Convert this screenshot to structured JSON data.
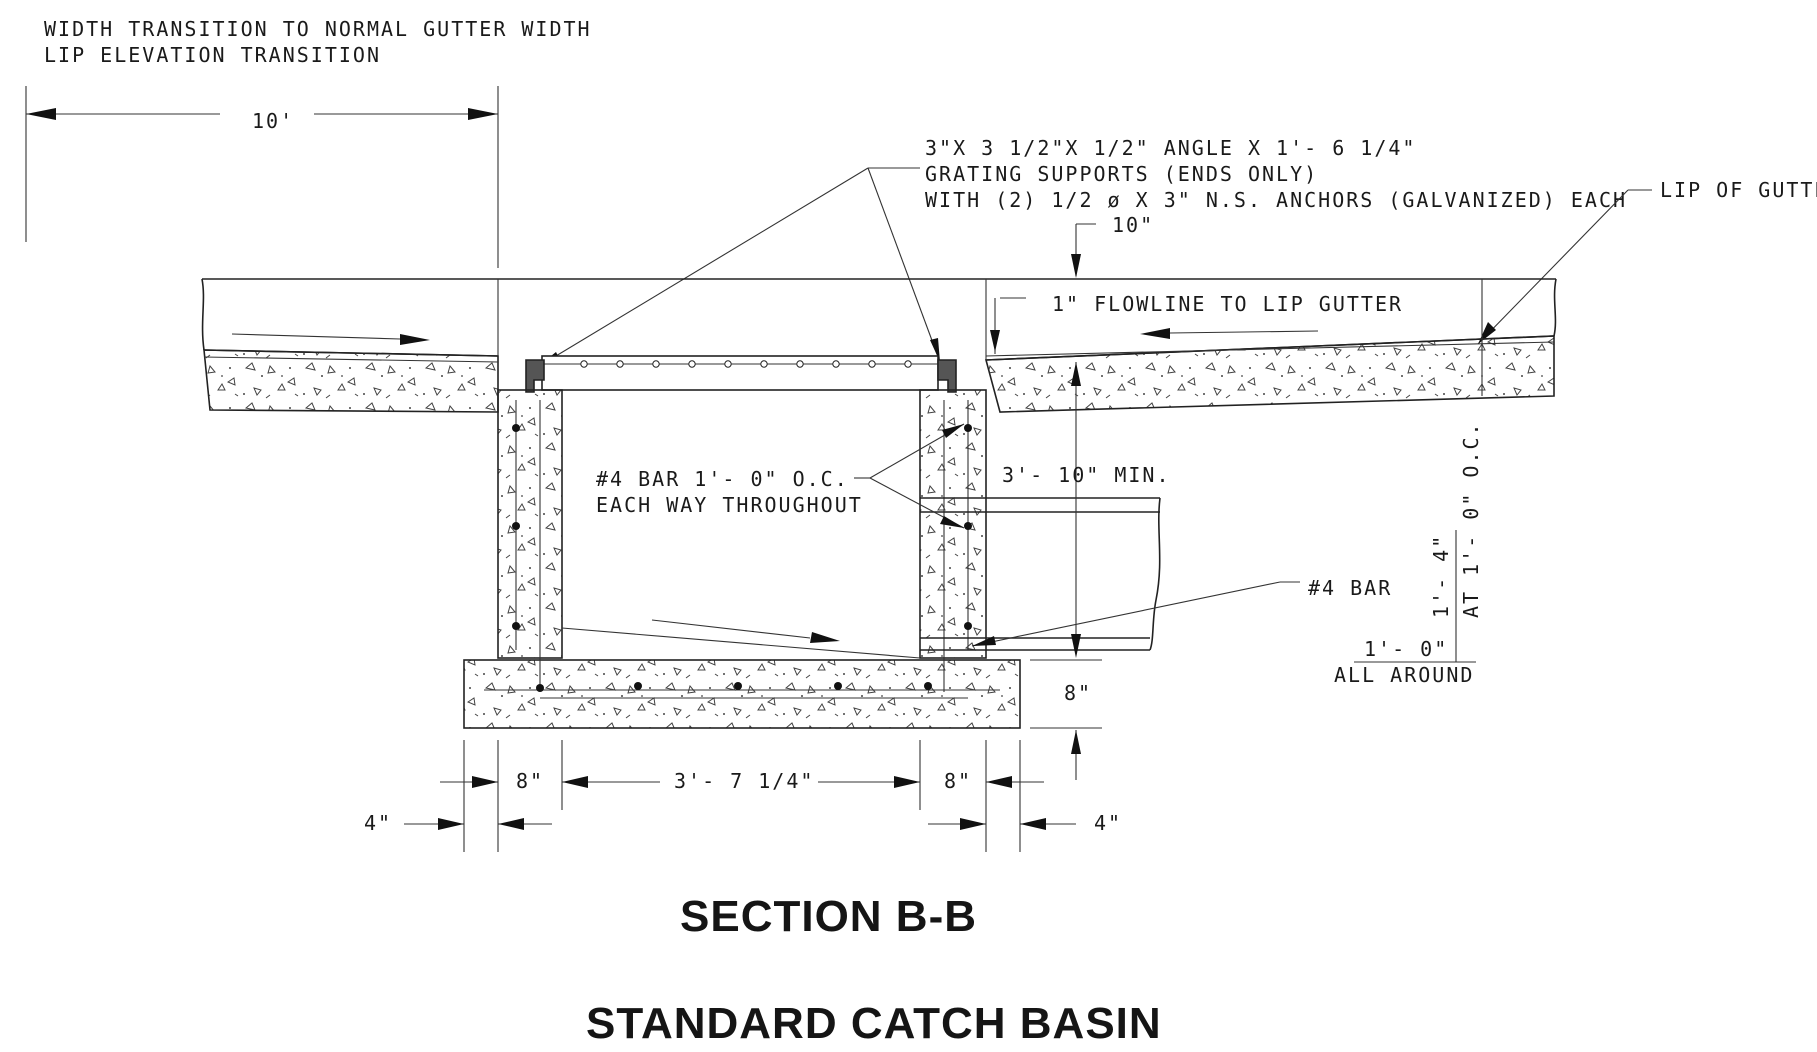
{
  "notes": {
    "transition_line1": "WIDTH TRANSITION TO NORMAL GUTTER WIDTH",
    "transition_line2": "LIP ELEVATION TRANSITION",
    "angle_line1": "3\"X 3 1/2\"X 1/2\" ANGLE X 1'- 6 1/4\"",
    "angle_line2": "GRATING SUPPORTS (ENDS ONLY)",
    "angle_line3": "WITH (2) 1/2 ø X 3\" N.S. ANCHORS (GALVANIZED) EACH",
    "lip_of_gutter": "LIP OF GUTTER",
    "flowline": "1\" FLOWLINE TO LIP GUTTER",
    "bar_line1": "#4 BAR 1'- 0\" O.C.",
    "bar_line2": "EACH WAY THROUGHOUT",
    "min_depth": "3'- 10\" MIN.",
    "bar_single": "#4 BAR",
    "spacing_horiz": "1'- 0\"",
    "all_around": "ALL AROUND",
    "spacing_vert1": "1'- 4\"",
    "spacing_vert2": "AT 1'- 0\" O.C."
  },
  "dims": {
    "transition_len": "10'",
    "lip_width": "10\"",
    "slab": "8\"",
    "wall_left": "8\"",
    "inside_width": "3'- 7 1/4\"",
    "wall_right": "8\"",
    "offset_left": "4\"",
    "offset_right": "4\""
  },
  "titles": {
    "section": "SECTION B-B",
    "name": "STANDARD CATCH BASIN"
  }
}
